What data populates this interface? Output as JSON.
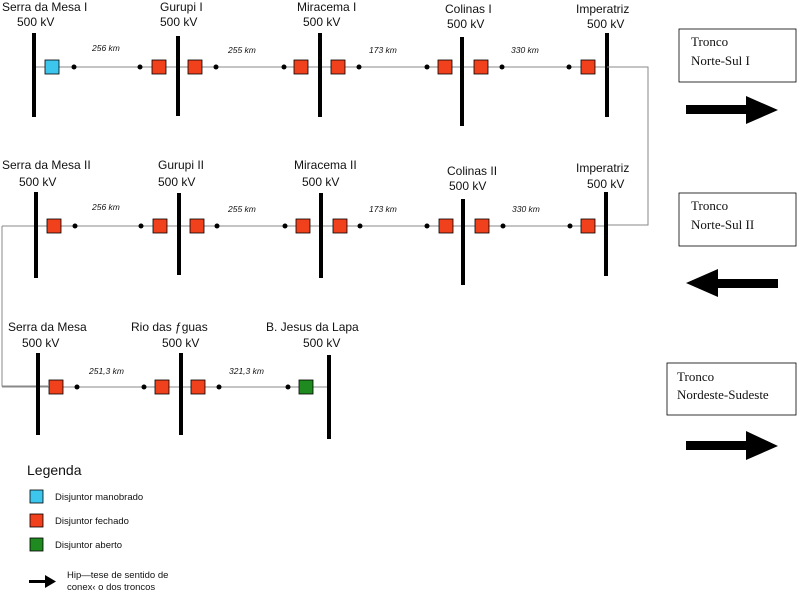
{
  "colors": {
    "manobrado": "#3cc6ee",
    "fechado": "#f0401c",
    "aberto": "#1f8a1f",
    "line": "#888888",
    "bus": "#000000"
  },
  "rows": [
    {
      "buses": [
        {
          "name": "Serra da Mesa I",
          "kv": "500 kV"
        },
        {
          "name": "Gurupi I",
          "kv": "500 kV"
        },
        {
          "name": "Miracema I",
          "kv": "500 kV"
        },
        {
          "name": "Colinas I",
          "kv": "500 kV"
        },
        {
          "name": "Imperatriz",
          "kv": "500 kV"
        }
      ],
      "distances": [
        "256 km",
        "255 km",
        "173 km",
        "330 km"
      ]
    },
    {
      "buses": [
        {
          "name": "Serra da Mesa II",
          "kv": "500 kV"
        },
        {
          "name": "Gurupi II",
          "kv": "500 kV"
        },
        {
          "name": "Miracema II",
          "kv": "500 kV"
        },
        {
          "name": "Colinas II",
          "kv": "500 kV"
        },
        {
          "name": "Imperatriz",
          "kv": "500 kV"
        }
      ],
      "distances": [
        "256 km",
        "255 km",
        "173 km",
        "330 km"
      ]
    },
    {
      "buses": [
        {
          "name": "Serra  da Mesa",
          "kv": "500 kV"
        },
        {
          "name": "Rio  das  ƒguas",
          "kv": "500 kV"
        },
        {
          "name": "B. Jesus da Lapa",
          "kv": "500 kV"
        }
      ],
      "distances": [
        "251,3 km",
        "321,3 km"
      ]
    }
  ],
  "breaker_states": {
    "row1": [
      "manobrado",
      "fechado",
      "fechado",
      "fechado",
      "fechado",
      "fechado",
      "fechado",
      "fechado"
    ],
    "row2": [
      "fechado",
      "fechado",
      "fechado",
      "fechado",
      "fechado",
      "fechado",
      "fechado",
      "fechado"
    ],
    "row3": [
      "fechado",
      "fechado",
      "fechado",
      "aberto"
    ]
  },
  "troncos": [
    {
      "line1": "Tronco",
      "line2": "Norte-Sul I",
      "arrow": "right-arrow"
    },
    {
      "line1": "Tronco",
      "line2": "Norte-Sul II",
      "arrow": "left-arrow"
    },
    {
      "line1": "Tronco",
      "line2": "Nordeste-Sudeste",
      "arrow": "right-arrow"
    }
  ],
  "legend": {
    "title": "Legenda",
    "items": [
      {
        "state": "manobrado",
        "label": "Disjuntor  manobrado"
      },
      {
        "state": "fechado",
        "label": "Disjuntor  fechado"
      },
      {
        "state": "aberto",
        "label": "Disjuntor  aberto"
      }
    ],
    "arrow_label_1": "Hip—tese de sentido de",
    "arrow_label_2": "conex‹ o dos troncos"
  }
}
